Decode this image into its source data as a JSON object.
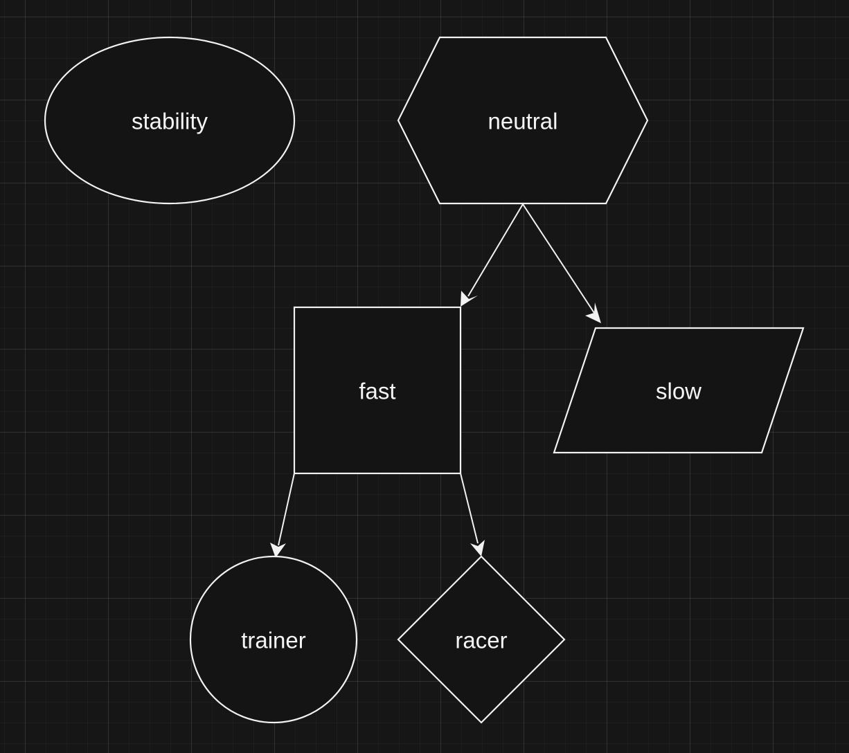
{
  "diagram": {
    "nodes": {
      "stability": {
        "label": "stability",
        "shape": "ellipse"
      },
      "neutral": {
        "label": "neutral",
        "shape": "hexagon"
      },
      "fast": {
        "label": "fast",
        "shape": "square"
      },
      "slow": {
        "label": "slow",
        "shape": "parallelogram"
      },
      "trainer": {
        "label": "trainer",
        "shape": "circle"
      },
      "racer": {
        "label": "racer",
        "shape": "diamond"
      }
    },
    "edges": [
      {
        "from": "neutral",
        "to": "fast"
      },
      {
        "from": "neutral",
        "to": "slow"
      },
      {
        "from": "fast",
        "to": "trainer"
      },
      {
        "from": "fast",
        "to": "racer"
      }
    ]
  },
  "colors": {
    "background": "#161616",
    "shape_fill": "#141414",
    "stroke": "#f2f2f2",
    "text": "#f5f5f5"
  }
}
